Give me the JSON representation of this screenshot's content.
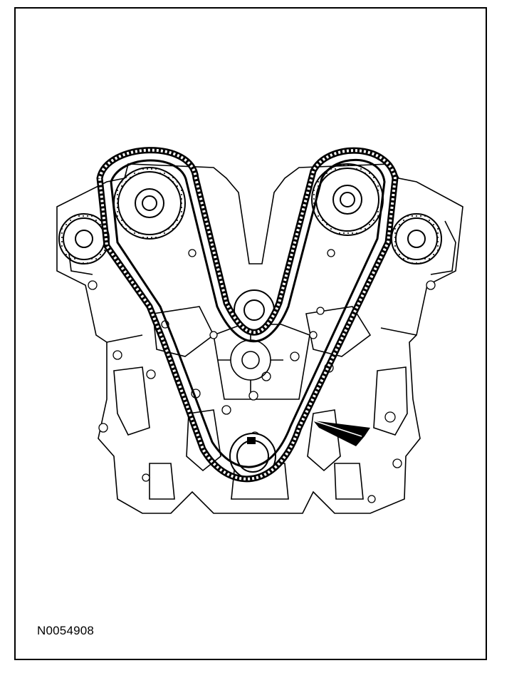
{
  "figure": {
    "id_label": "N0054908",
    "components": [
      {
        "name": "left-camshaft-sprocket",
        "icon": "sprocket-icon"
      },
      {
        "name": "left-auxiliary-sprocket",
        "icon": "sprocket-icon"
      },
      {
        "name": "right-camshaft-sprocket",
        "icon": "sprocket-icon"
      },
      {
        "name": "right-auxiliary-sprocket",
        "icon": "sprocket-icon"
      },
      {
        "name": "idler-sprocket",
        "icon": "sprocket-icon"
      },
      {
        "name": "crankshaft-sprocket",
        "icon": "sprocket-icon"
      },
      {
        "name": "left-timing-chain",
        "icon": "chain-icon"
      },
      {
        "name": "right-timing-chain",
        "icon": "chain-icon"
      },
      {
        "name": "indicator-arrow",
        "icon": "arrow-icon"
      }
    ],
    "colors": {
      "line": "#000000",
      "background": "#ffffff"
    }
  }
}
